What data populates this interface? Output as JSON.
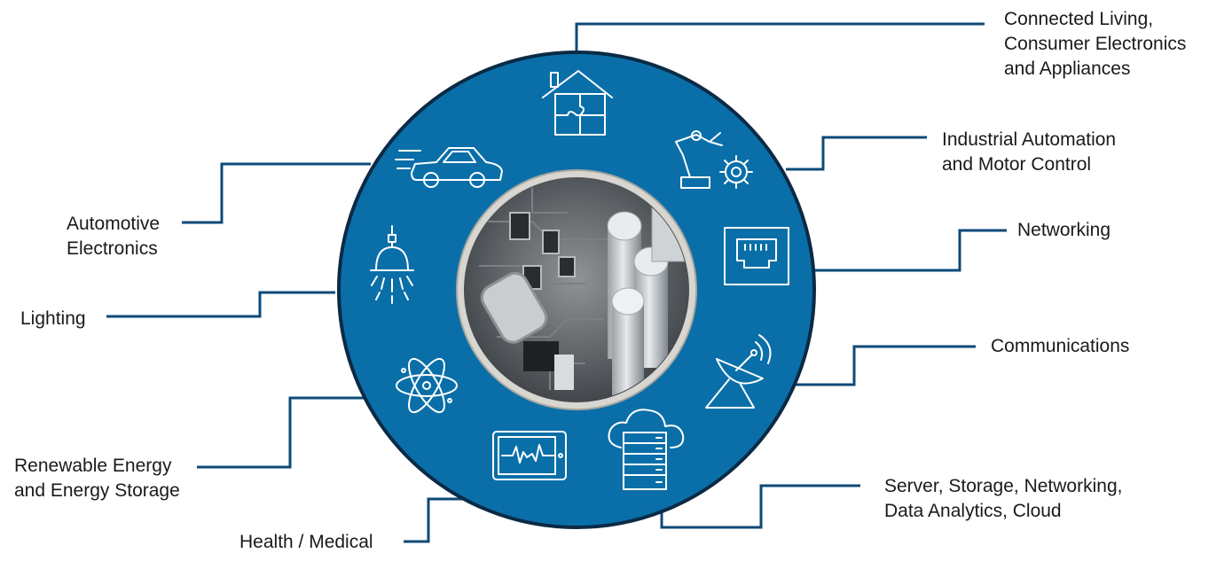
{
  "segments": [
    {
      "id": "connected-living",
      "lines": [
        "Connected Living,",
        "Consumer Electronics",
        "and Appliances"
      ],
      "icon": "house-puzzle-icon"
    },
    {
      "id": "industrial",
      "lines": [
        "Industrial Automation",
        "and Motor Control"
      ],
      "icon": "robot-arm-gear-icon"
    },
    {
      "id": "networking",
      "lines": [
        "Networking"
      ],
      "icon": "ethernet-port-icon"
    },
    {
      "id": "communications",
      "lines": [
        "Communications"
      ],
      "icon": "satellite-dish-icon"
    },
    {
      "id": "server",
      "lines": [
        "Server, Storage, Networking,",
        "Data Analytics, Cloud"
      ],
      "icon": "cloud-server-icon"
    },
    {
      "id": "health",
      "lines": [
        "Health / Medical"
      ],
      "icon": "heart-monitor-icon"
    },
    {
      "id": "renewable",
      "lines": [
        "Renewable Energy",
        "and Energy Storage"
      ],
      "icon": "atom-icon"
    },
    {
      "id": "lighting",
      "lines": [
        "Lighting"
      ],
      "icon": "lamp-icon"
    },
    {
      "id": "automotive",
      "lines": [
        "Automotive",
        "Electronics"
      ],
      "icon": "car-icon"
    }
  ],
  "colors": {
    "ring": "#0a6fa8",
    "ring_border": "#0b2a45",
    "line": "#0d4a78",
    "icon": "#ffffff"
  }
}
